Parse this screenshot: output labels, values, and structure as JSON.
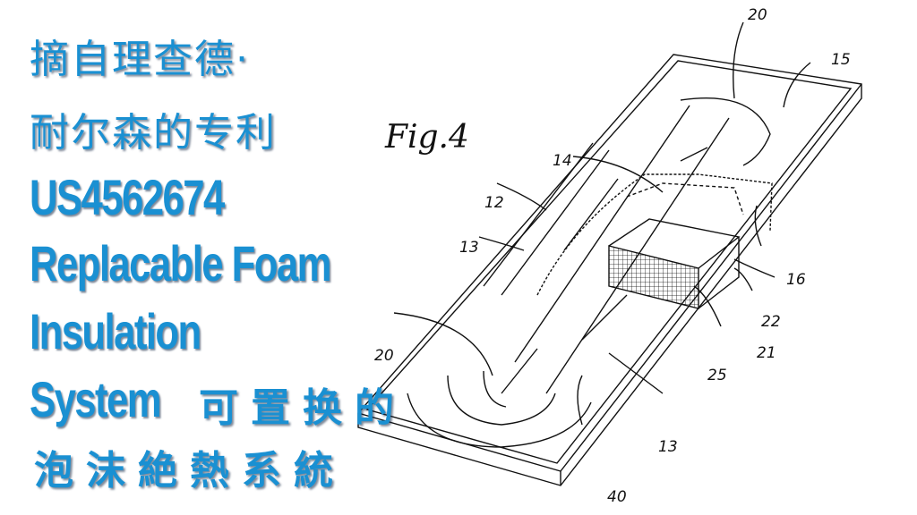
{
  "title": {
    "line1": "摘自理查德·",
    "line2": "耐尔森的专利",
    "patent_number": "US4562674",
    "line4": "Replacable Foam",
    "line5": "Insulation",
    "line6_en": "System",
    "line6_cjk": "可置换的",
    "line7": "泡沫絶熱系統"
  },
  "drawing": {
    "figure_label": "Fig.4",
    "labels": [
      "20",
      "15",
      "14",
      "12",
      "13",
      "16",
      "22",
      "21",
      "25",
      "20",
      "13",
      "40"
    ]
  },
  "colors": {
    "title": "#1a90d2"
  }
}
